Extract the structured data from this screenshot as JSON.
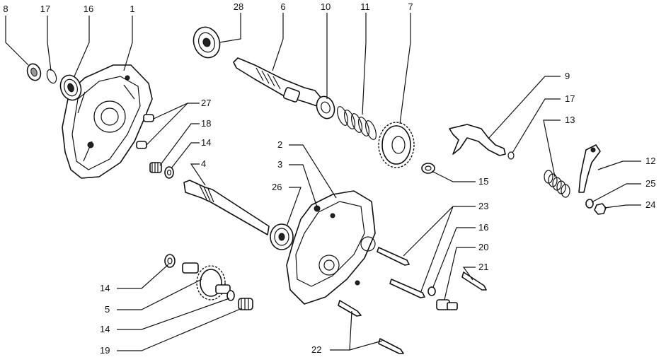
{
  "diagram": {
    "parts": [
      {
        "id": "p1",
        "number": "1"
      },
      {
        "id": "p2",
        "number": "2"
      },
      {
        "id": "p3",
        "number": "3"
      },
      {
        "id": "p4",
        "number": "4"
      },
      {
        "id": "p5",
        "number": "5"
      },
      {
        "id": "p6",
        "number": "6"
      },
      {
        "id": "p7",
        "number": "7"
      },
      {
        "id": "p8",
        "number": "8"
      },
      {
        "id": "p9",
        "number": "9"
      },
      {
        "id": "p10",
        "number": "10"
      },
      {
        "id": "p11",
        "number": "11"
      },
      {
        "id": "p12",
        "number": "12"
      },
      {
        "id": "p13",
        "number": "13"
      },
      {
        "id": "p14a",
        "number": "14"
      },
      {
        "id": "p14b",
        "number": "14"
      },
      {
        "id": "p14c",
        "number": "14"
      },
      {
        "id": "p15",
        "number": "15"
      },
      {
        "id": "p16",
        "number": "16"
      },
      {
        "id": "p17a",
        "number": "17"
      },
      {
        "id": "p17b",
        "number": "17"
      },
      {
        "id": "p18",
        "number": "18"
      },
      {
        "id": "p19",
        "number": "19"
      },
      {
        "id": "p20",
        "number": "20"
      },
      {
        "id": "p21",
        "number": "21"
      },
      {
        "id": "p22a",
        "number": "22"
      },
      {
        "id": "p22b",
        "number": "22"
      },
      {
        "id": "p23",
        "number": "23"
      },
      {
        "id": "p24",
        "number": "24"
      },
      {
        "id": "p25",
        "number": "25"
      },
      {
        "id": "p26",
        "number": "26"
      },
      {
        "id": "p27",
        "number": "27"
      },
      {
        "id": "p28",
        "number": "28"
      }
    ]
  }
}
